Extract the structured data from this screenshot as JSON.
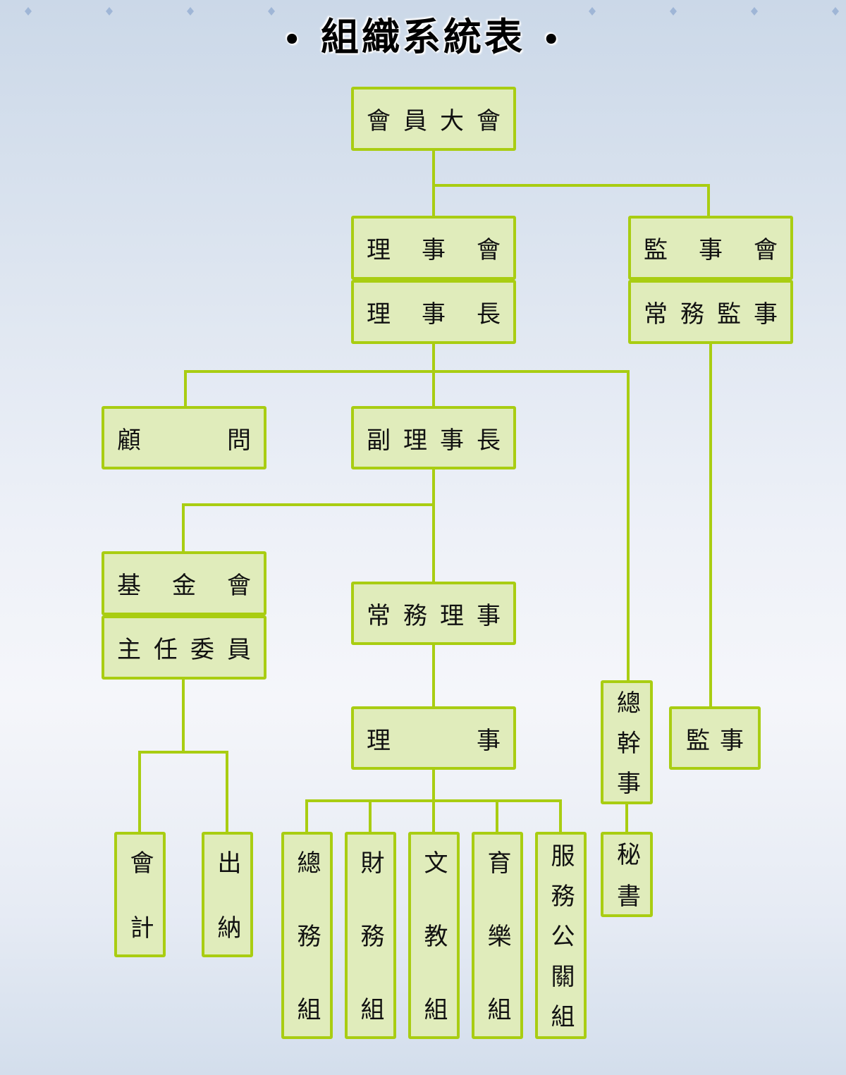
{
  "title": "組織系統表",
  "colors": {
    "box_fill": "#e0ecbb",
    "box_border": "#a9cd12",
    "line": "#a9cd12"
  },
  "nodes": {
    "general_assembly": "會員大會",
    "board_of_directors": "理事會",
    "chairman": "理事長",
    "board_of_supervisors": "監事會",
    "standing_supervisor": "常務監事",
    "advisor": "顧問",
    "vice_chairman": "副理事長",
    "foundation": "基金會",
    "foundation_chair": "主任委員",
    "standing_director": "常務理事",
    "director": "理事",
    "secretary_general": "總幹事",
    "supervisor": "監事",
    "secretary": "秘書",
    "accounting": "會計",
    "cashier": "出納",
    "general_affairs": "總務組",
    "finance": "財務組",
    "culture_education": "文教組",
    "recreation": "育樂組",
    "service_pr": "服務公關組"
  }
}
